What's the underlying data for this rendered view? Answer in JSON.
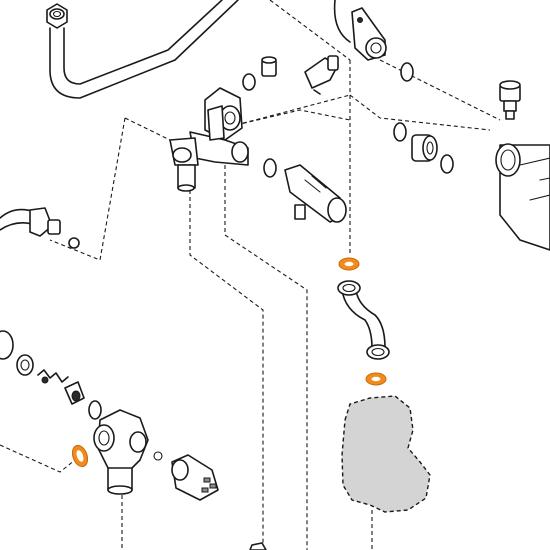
{
  "diagram": {
    "type": "exploded-parts-view",
    "highlight_color": "#f28a1c",
    "highlighted_parts": [
      "o-ring-seal-upper",
      "o-ring-seal-lower",
      "o-ring-seal-left"
    ],
    "placeholder_component": {
      "shape": "dashed-outline",
      "fill": "#d4d4d4"
    }
  }
}
